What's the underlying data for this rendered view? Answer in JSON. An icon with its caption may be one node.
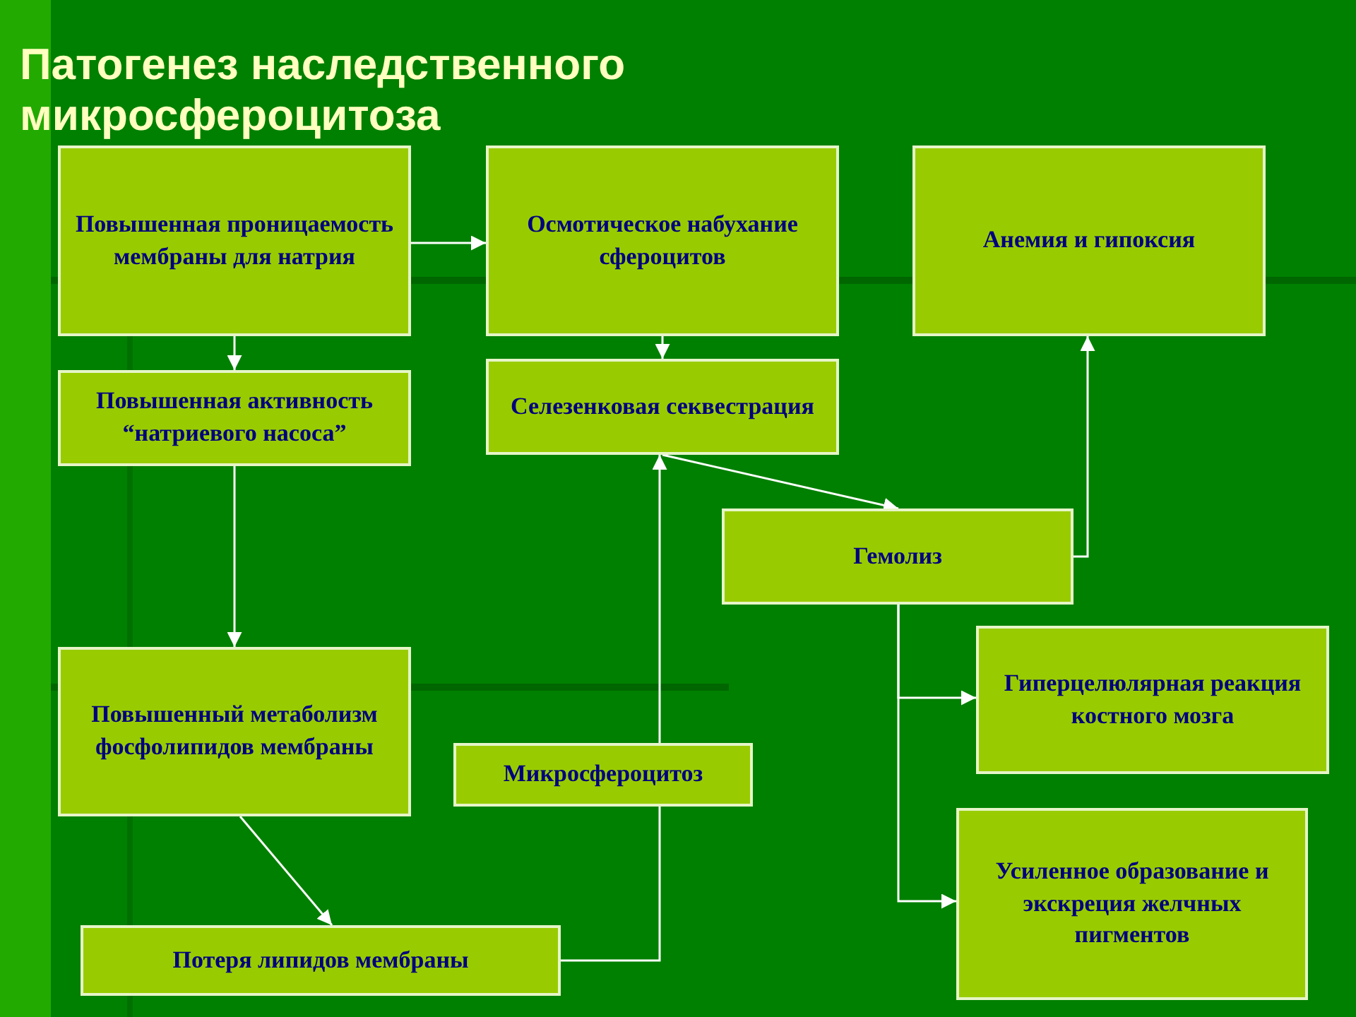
{
  "diagram": {
    "title": "Патогенез наследственного микросфероцитоза",
    "nodes": [
      {
        "text": [
          "Повышенная проницаемость мембраны для натрия"
        ]
      },
      {
        "text": [
          "Осмотическое набухание сфероцитов"
        ]
      },
      {
        "text": [
          "Анемия и гипоксия"
        ]
      },
      {
        "text": [
          "Повышенная активность “натриевого насоса”"
        ]
      },
      {
        "text": [
          "Селезенковая секвестрация"
        ]
      },
      {
        "text": [
          "Гемолиз"
        ]
      },
      {
        "text": [
          "Повышенный метаболизм фосфолипидов мембраны"
        ]
      },
      {
        "text": [
          "Гиперцелюлярная реакция костного мозга"
        ]
      },
      {
        "text": [
          "Микросфероцитоз"
        ]
      },
      {
        "text": [
          "Усиленное образование и экскреция желчных пигментов"
        ]
      },
      {
        "text": [
          "Потеря липидов мембраны"
        ]
      }
    ],
    "edges": [
      {
        "from": 0,
        "to": 1,
        "arrow": "to"
      },
      {
        "from": 0,
        "to": 3,
        "arrow": "to"
      },
      {
        "from": 1,
        "to": 4,
        "arrow": "to"
      },
      {
        "from": 3,
        "to": 6,
        "arrow": "to"
      },
      {
        "from": 6,
        "to": 10,
        "arrow": "to"
      },
      {
        "from": 10,
        "to": 8,
        "arrow": "none"
      },
      {
        "from": 8,
        "to": 4,
        "arrow": "to"
      },
      {
        "from": 4,
        "to": 5,
        "arrow": "to"
      },
      {
        "from": 5,
        "to": 2,
        "arrow": "to"
      },
      {
        "from": 5,
        "to": 7,
        "arrow": "to"
      },
      {
        "from": 5,
        "to": 9,
        "arrow": "to"
      }
    ]
  }
}
